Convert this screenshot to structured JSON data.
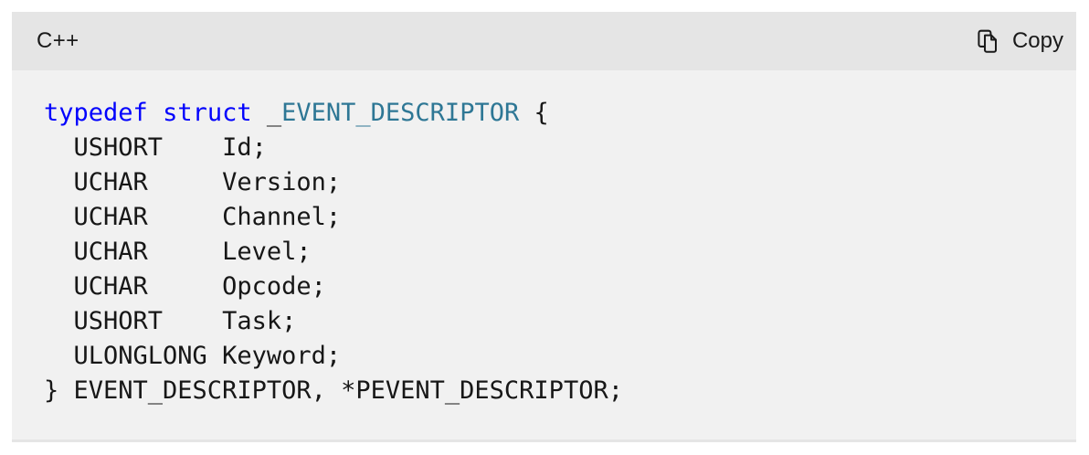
{
  "header": {
    "language_label": "C++",
    "copy_button": {
      "label": "Copy",
      "icon": "copy-pages-icon"
    }
  },
  "colors": {
    "header_bg": "#e5e5e5",
    "body_bg": "#f1f1f1",
    "header_text": "#1a1a1a",
    "code_text": "#171717",
    "keyword": "#0101fd",
    "type_name": "#2e7795"
  },
  "code": {
    "language": "cpp",
    "lines": [
      {
        "tokens": [
          {
            "t": "typedef",
            "c": "keyword"
          },
          {
            "t": " ",
            "c": "plain"
          },
          {
            "t": "struct",
            "c": "keyword"
          },
          {
            "t": " _",
            "c": "plain"
          },
          {
            "t": "EVENT_DESCRIPTOR",
            "c": "type"
          },
          {
            "t": " {",
            "c": "plain"
          }
        ]
      },
      {
        "tokens": [
          {
            "t": "  USHORT    Id;",
            "c": "plain"
          }
        ]
      },
      {
        "tokens": [
          {
            "t": "  UCHAR     Version;",
            "c": "plain"
          }
        ]
      },
      {
        "tokens": [
          {
            "t": "  UCHAR     Channel;",
            "c": "plain"
          }
        ]
      },
      {
        "tokens": [
          {
            "t": "  UCHAR     Level;",
            "c": "plain"
          }
        ]
      },
      {
        "tokens": [
          {
            "t": "  UCHAR     Opcode;",
            "c": "plain"
          }
        ]
      },
      {
        "tokens": [
          {
            "t": "  USHORT    Task;",
            "c": "plain"
          }
        ]
      },
      {
        "tokens": [
          {
            "t": "  ULONGLONG Keyword;",
            "c": "plain"
          }
        ]
      },
      {
        "tokens": [
          {
            "t": "} EVENT_DESCRIPTOR, *PEVENT_DESCRIPTOR;",
            "c": "plain"
          }
        ]
      }
    ]
  }
}
